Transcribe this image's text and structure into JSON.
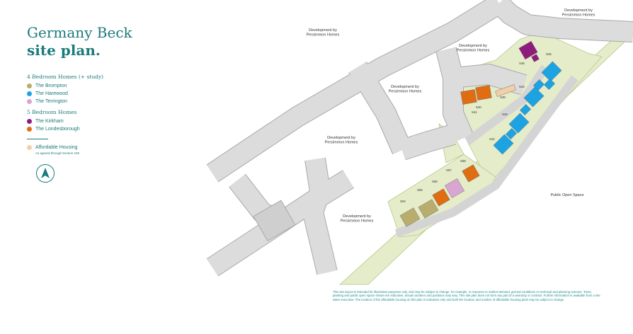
{
  "title": {
    "line1": "Germany Beck",
    "line2": "site plan."
  },
  "legend": {
    "group1": "4 Bedroom Homes (+ study)",
    "group2": "5 Bedroom Homes",
    "items": [
      {
        "label": "The Brompton",
        "color": "#b9ad6e"
      },
      {
        "label": "The Harewood",
        "color": "#1ea3e2"
      },
      {
        "label": "The Terrington",
        "color": "#d9a6d2"
      },
      {
        "label": "The Kirkham",
        "color": "#8e1c7c"
      },
      {
        "label": "The Londesborough",
        "color": "#e06d12"
      }
    ],
    "affordable": {
      "label": "Affordable Housing",
      "note": "As agreed through Section 106",
      "color": "#f3cfa8"
    },
    "compass_icon": "north-arrow-icon"
  },
  "map": {
    "labels": [
      {
        "line1": "Development by",
        "line2": "Persimmon Homes"
      },
      {
        "line1": "Development by",
        "line2": "Persimmon Homes"
      },
      {
        "line1": "Development by",
        "line2": "Persimmon Homes"
      },
      {
        "line1": "Development by",
        "line2": "Persimmon Homes"
      },
      {
        "line1": "Development by",
        "line2": "Persimmon Homes"
      },
      {
        "line1": "Development by",
        "line2": "Persimmon Homes"
      }
    ],
    "open_space": "Public Open Space",
    "plots": [
      {
        "no": "504",
        "type": "brompton"
      },
      {
        "no": "505",
        "type": "brompton"
      },
      {
        "no": "506",
        "type": "londesborough"
      },
      {
        "no": "507",
        "type": "terrington"
      },
      {
        "no": "508",
        "type": "londesborough"
      },
      {
        "no": "539",
        "type": "affordable"
      },
      {
        "no": "540",
        "type": "londesborough"
      },
      {
        "no": "541",
        "type": "londesborough"
      },
      {
        "no": "542",
        "type": "harewood"
      },
      {
        "no": "543",
        "type": "harewood"
      },
      {
        "no": "544",
        "type": "harewood"
      },
      {
        "no": "545",
        "type": "harewood"
      },
      {
        "no": "546",
        "type": "kirkham"
      }
    ]
  },
  "disclaimer": "This site layout is intended for illustrative purposes only, and may be subject to change, for example, in response to market demand, ground conditions or technical and planning reasons. Trees, planting and public open space shown are indicative, actual numbers and positions may vary. This site plan does not form any part of a warranty or contract. Further information is available from a site sales executive. The location of the affordable housing on this plan is indicative only and both the location and number of affordable housing plots may be subject to change."
}
